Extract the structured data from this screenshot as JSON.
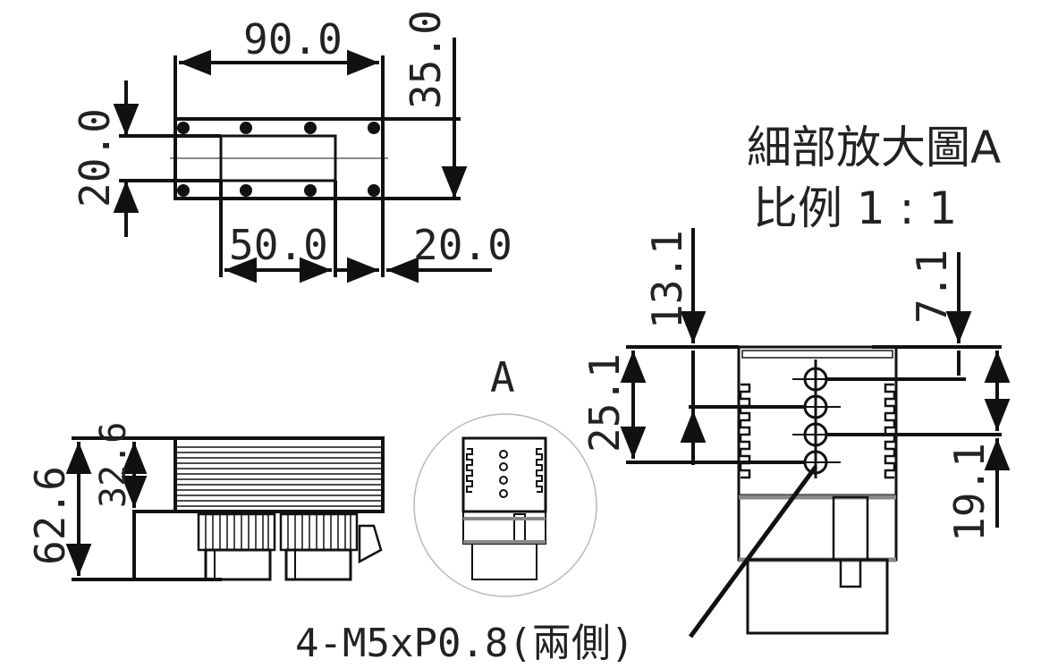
{
  "top_view": {
    "width_overall": "90.0",
    "height_right": "35.0",
    "height_left": "20.0",
    "bottom_inner": "50.0",
    "bottom_right": "20.0"
  },
  "side_view": {
    "height_total": "62.6",
    "height_upper": "32.6"
  },
  "detail_ref": {
    "label": "A"
  },
  "detail": {
    "title_line1": "細部放大圖A",
    "title_line2": "比例 1 : 1",
    "dim_top_left": "13.1",
    "dim_mid_left": "25.1",
    "dim_top_right": "7.1",
    "dim_bottom_right": "19.1"
  },
  "callout": {
    "thread_note": "4-M5xP0.8(兩側)"
  }
}
